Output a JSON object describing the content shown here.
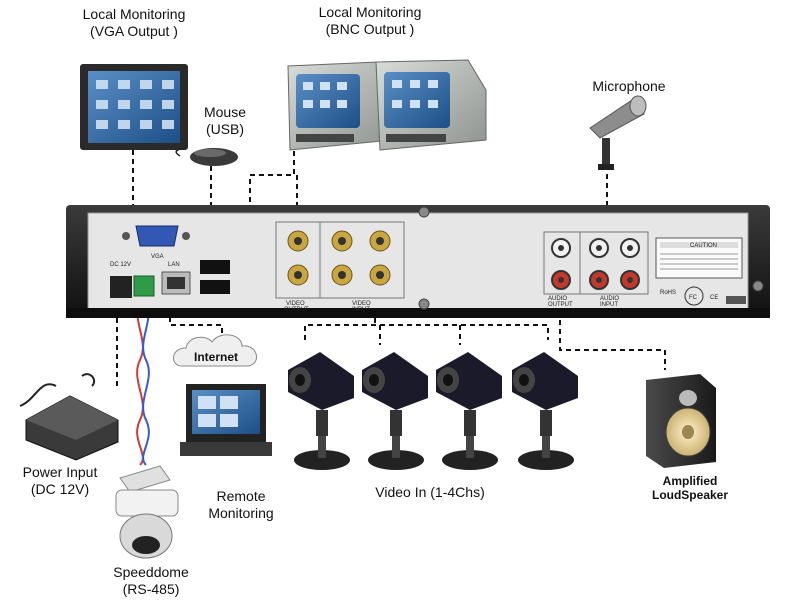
{
  "labels": {
    "vga_monitor": [
      "Local Monitoring",
      "(VGA Output )"
    ],
    "bnc_monitor": [
      "Local Monitoring",
      "(BNC Output )"
    ],
    "mouse": [
      "Mouse",
      "(USB)"
    ],
    "microphone": "Microphone",
    "internet": "Internet",
    "power": [
      "Power Input",
      "(DC 12V)"
    ],
    "remote": [
      "Remote",
      "Monitoring"
    ],
    "video_in": "Video In (1-4Chs)",
    "speaker": [
      "Amplified",
      "LoudSpeaker"
    ],
    "speeddome": [
      "Speeddome",
      "(RS-485)"
    ]
  },
  "panel": {
    "dc": "DC 12V",
    "vga": "VGA",
    "lan": "LAN",
    "video_output": [
      "VIDEO",
      "OUTPUT"
    ],
    "video_input": [
      "VIDEO",
      "INPUT"
    ],
    "audio_output": [
      "AUDIO",
      "OUTPUT"
    ],
    "audio_input": [
      "AUDIO",
      "INPUT"
    ],
    "caution": "CAUTION",
    "rohs": "RoHS",
    "fc": "FC",
    "ce": "CE"
  },
  "colors": {
    "chassis": "#1c1c1c",
    "panel": "#e6e6e6",
    "bnc_gold": "#c9a640",
    "rca_red": "#c0392b",
    "rca_white": "#f2f2f2",
    "rs485_red": "#d23a3a",
    "rs485_blue": "#3a5ad2",
    "screen_blue": "#2d6db0"
  }
}
